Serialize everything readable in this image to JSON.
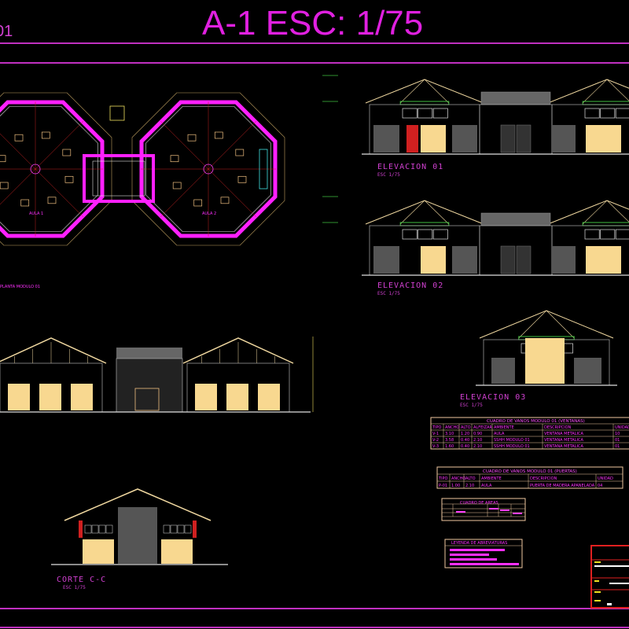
{
  "header": {
    "title": "A-1 ESC: 1/75",
    "sheet_fragment": "01"
  },
  "colors": {
    "frame": "#c030c0",
    "wall": "#ff20ff",
    "roof": "#f0d8a0",
    "panel_yellow": "#f8d890",
    "panel_gray": "#555555",
    "door_red": "#d02020",
    "title_block": "#e02020"
  },
  "plan": {
    "label": "PLANTA MODULO 01",
    "room_left": "AULA 1",
    "room_right": "AULA 2"
  },
  "views": {
    "elevacion_01": {
      "title": "ELEVACION 01",
      "scale": "ESC 1/75"
    },
    "elevacion_02": {
      "title": "ELEVACION 02",
      "scale": "ESC 1/75"
    },
    "elevacion_03": {
      "title": "ELEVACION 03",
      "scale": "ESC 1/75"
    },
    "corte_cc": {
      "title": "CORTE C-C",
      "scale": "ESC 1/75"
    }
  },
  "ventanas": {
    "title": "CUADRO DE VANOS MODULO 01 (VENTANAS)",
    "headers": [
      "TIPO",
      "ANCHO",
      "ALTO",
      "ALFEIZAR",
      "AMBIENTE",
      "DESCRIPCION",
      "UNIDAD"
    ],
    "rows": [
      [
        "V-1",
        "3.10",
        "1.20",
        "0.90",
        "AULA",
        "VENTANA METALICA",
        "10"
      ],
      [
        "V-2",
        "3.58",
        "0.40",
        "2.10",
        "SSHH MODULO 01",
        "VENTANA METALICA",
        "01"
      ],
      [
        "V-3",
        "1.60",
        "0.40",
        "2.10",
        "SSHH MODULO 01",
        "VENTANA METALICA",
        "01"
      ]
    ]
  },
  "puertas": {
    "title": "CUADRO DE VANOS MODULO 01 (PUERTAS)",
    "headers": [
      "TIPO",
      "ANCHO",
      "ALTO",
      "AMBIENTE",
      "DESCRIPCION",
      "UNIDAD"
    ],
    "rows": [
      [
        "P-01",
        "1.00",
        "2.10",
        "AULA",
        "PUERTA DE MADERA APANELADA",
        "04"
      ]
    ]
  },
  "areas": {
    "title": "CUADRO DE AREAS"
  },
  "leyenda": {
    "title": "LEYENDA DE ABREVIATURAS"
  }
}
